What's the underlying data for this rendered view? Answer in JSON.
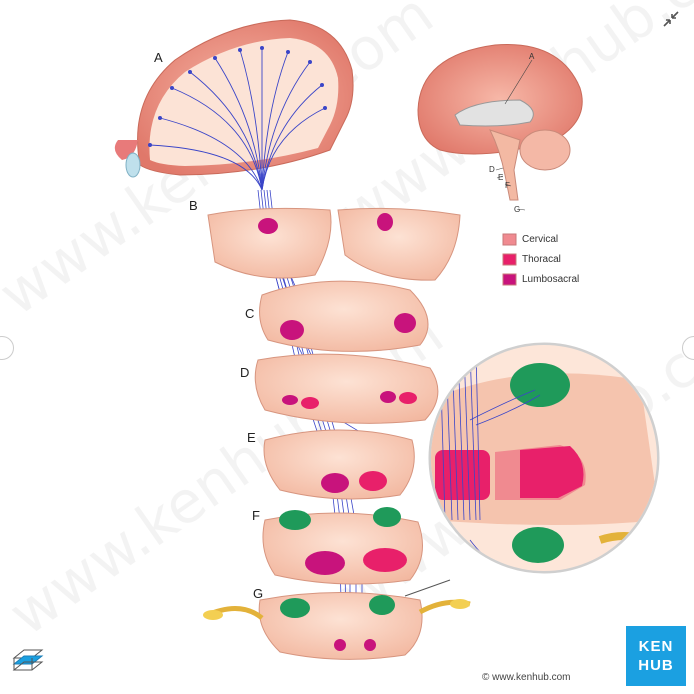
{
  "panel_labels": [
    "A",
    "B",
    "C",
    "D",
    "E",
    "F",
    "G"
  ],
  "inset_labels": [
    "A",
    "D",
    "E",
    "F",
    "G"
  ],
  "legend": [
    {
      "label": "Cervical",
      "color": "#f08a90"
    },
    {
      "label": "Thoracal",
      "color": "#e8206a"
    },
    {
      "label": "Lumbosacral",
      "color": "#c8137c"
    }
  ],
  "copyright": "© www.kenhub.com",
  "logo": {
    "line1": "KEN",
    "line2": "HUB",
    "color": "#1ba0e1"
  },
  "watermark": "www.kenhub.com",
  "icons": [
    "expand-icon",
    "layers-icon",
    "chevron-left-icon",
    "chevron-right-icon"
  ]
}
